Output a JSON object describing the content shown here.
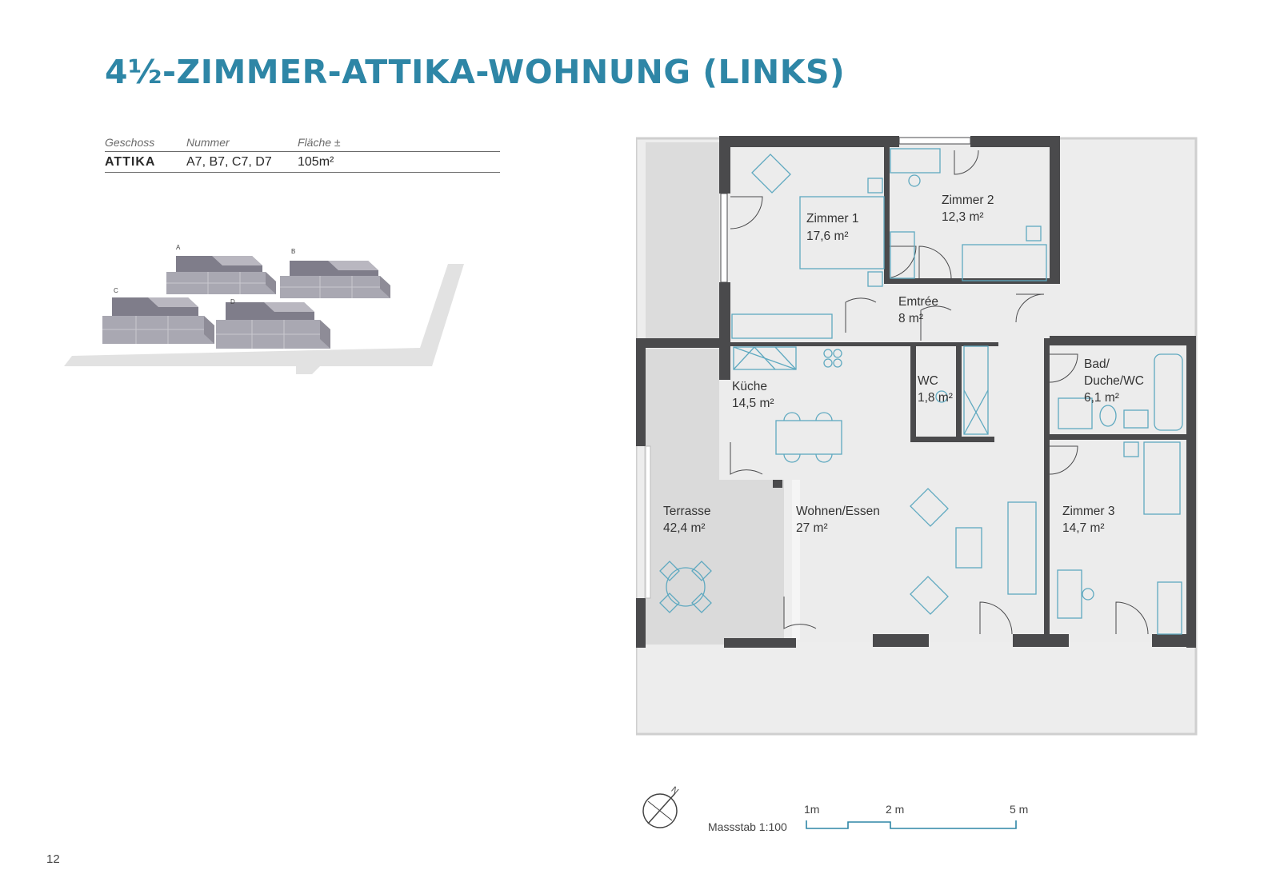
{
  "title": "4½-ZIMMER-ATTIKA-WOHNUNG (LINKS)",
  "info": {
    "headers": [
      "Geschoss",
      "Nummer",
      "Fläche ±"
    ],
    "row": {
      "geschoss": "ATTIKA",
      "nummer": "A7, B7, C7, D7",
      "flaeche": "105m²"
    }
  },
  "site_map": {
    "labels": [
      "A",
      "B",
      "C",
      "D"
    ]
  },
  "rooms": {
    "zimmer1": {
      "name": "Zimmer 1",
      "area": "17,6 m²"
    },
    "zimmer2": {
      "name": "Zimmer 2",
      "area": "12,3 m²"
    },
    "entree": {
      "name": "Emtrée",
      "area": "8 m²"
    },
    "bad_line1": "Bad/",
    "bad_line2": "Duche/WC",
    "bad_area": "6,1 m²",
    "wc": {
      "name": "WC",
      "area": "1,8 m²"
    },
    "kueche": {
      "name": "Küche",
      "area": "14,5 m²"
    },
    "terrasse": {
      "name": "Terrasse",
      "area": "42,4 m²"
    },
    "wohnen": {
      "name": "Wohnen/Essen",
      "area": "27 m²"
    },
    "zimmer3": {
      "name": "Zimmer 3",
      "area": "14,7 m²"
    }
  },
  "compass_label": "N",
  "scale": {
    "label": "Massstab 1:100",
    "ticks": [
      "1m",
      "2 m",
      "5 m"
    ]
  },
  "page_number": "12",
  "colors": {
    "accent": "#2e86a6",
    "wall": "#4a4a4c",
    "floor": "#ebebeb",
    "furniture": "#5fa9c0"
  }
}
